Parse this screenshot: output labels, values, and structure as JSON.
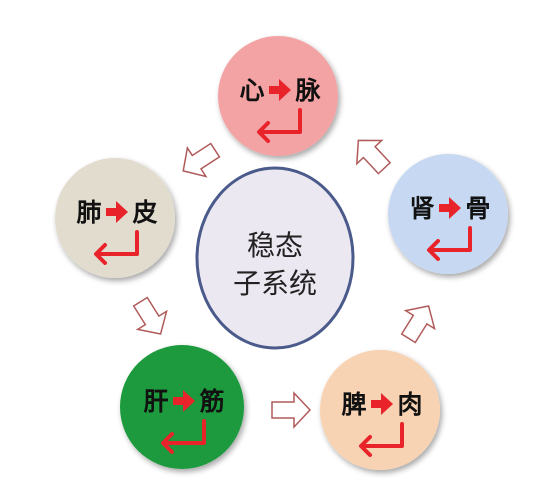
{
  "center": {
    "line1": "稳态",
    "line2": "子系统",
    "fill": "#ece8f2",
    "stroke": "#4a5a8a"
  },
  "nodes": [
    {
      "id": "heart",
      "from": "心",
      "to": "脉",
      "fill": "#f3a3a3"
    },
    {
      "id": "kidney",
      "from": "肾",
      "to": "骨",
      "fill": "#c7d9f2"
    },
    {
      "id": "spleen",
      "from": "脾",
      "to": "肉",
      "fill": "#f7d3b3"
    },
    {
      "id": "liver",
      "from": "肝",
      "to": "筋",
      "fill": "#1e9a3c"
    },
    {
      "id": "lung",
      "from": "肺",
      "to": "皮",
      "fill": "#e2dccf"
    }
  ],
  "colors": {
    "arrow_red": "#e8232a",
    "outline_arrow": "#b05a5a"
  }
}
